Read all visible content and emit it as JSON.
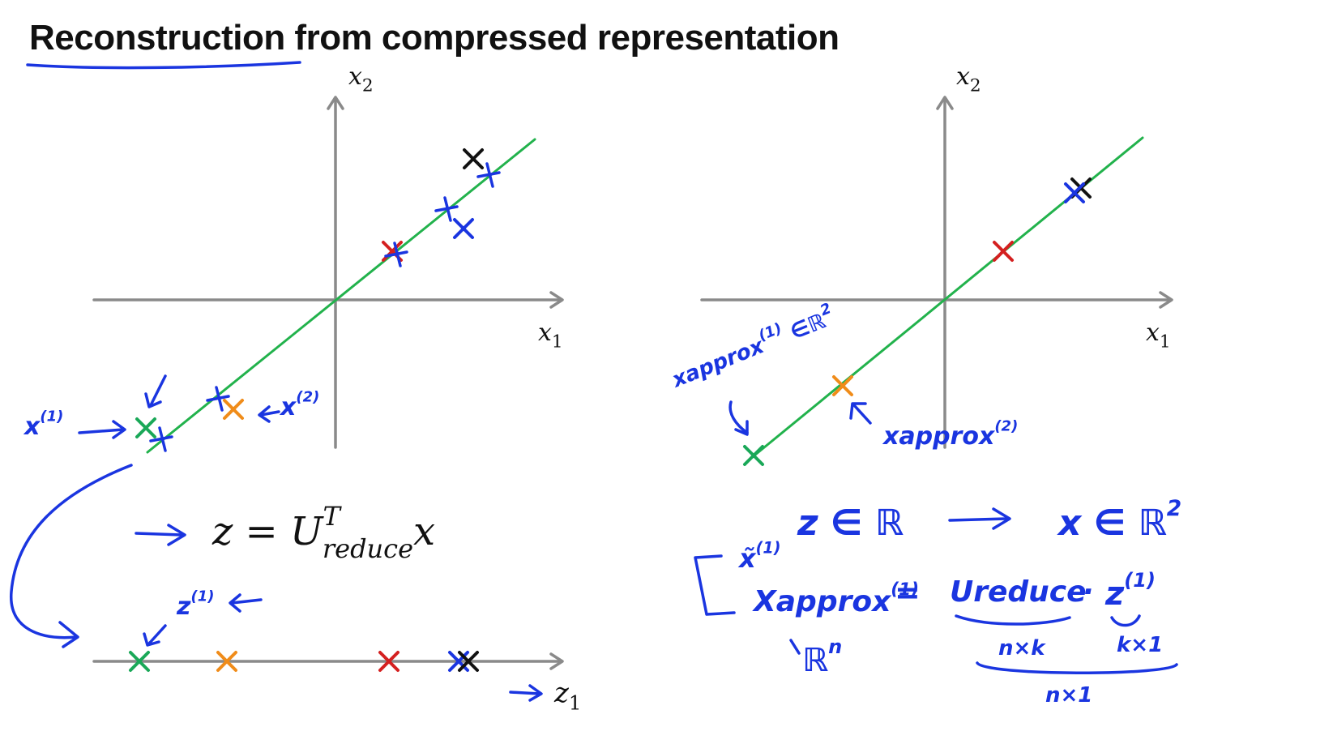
{
  "title": "Reconstruction from compressed representation",
  "colors": {
    "axis": "#8a8a8a",
    "line": "#22b24c",
    "ink": "#1a35e0",
    "black": "#111111",
    "red": "#d42020",
    "orange": "#f08c1a",
    "green": "#1aa858",
    "blue": "#1a35e0"
  },
  "left_plot": {
    "x_label_sym": "x",
    "x_label_sub": "1",
    "y_label_sym": "x",
    "y_label_sub": "2"
  },
  "right_plot": {
    "x_label_sym": "x",
    "x_label_sub": "1",
    "y_label_sym": "x",
    "y_label_sub": "2"
  },
  "z_axis": {
    "label_sym": "z",
    "label_sub": "1"
  },
  "formula": {
    "lhs": "z",
    "eq": "=",
    "U": "U",
    "sup": "T",
    "sub": "reduce",
    "var": "x"
  },
  "annotations": {
    "x1": "x",
    "x1_sup": "(1)",
    "x2": "x",
    "x2_sup": "(2)",
    "z1": "z",
    "z1_sup": "(1)",
    "xapprox1": "xapprox",
    "xapprox1_sup": "(1)",
    "xapprox1_space": "∈ℝ",
    "xapprox1_space_sup": "2",
    "xapprox2": "xapprox",
    "xapprox2_sup": "(2)",
    "map_z": "z ∈ ℝ",
    "map_x": "x ∈ ℝ",
    "map_x_sup": "2",
    "approx_x": "x̃",
    "approx_x_sup": "(1)",
    "approx_lhs": "Xapprox",
    "approx_lhs_sup": "(1)",
    "approx_eq": "=",
    "approx_U": "Ureduce",
    "approx_dot": "·",
    "approx_z": "z",
    "approx_z_sup": "(1)",
    "approx_rn": "ℝ",
    "approx_rn_sup": "n",
    "dim_nk": "n×k",
    "dim_k1": "k×1",
    "dim_n1": "n×1"
  }
}
